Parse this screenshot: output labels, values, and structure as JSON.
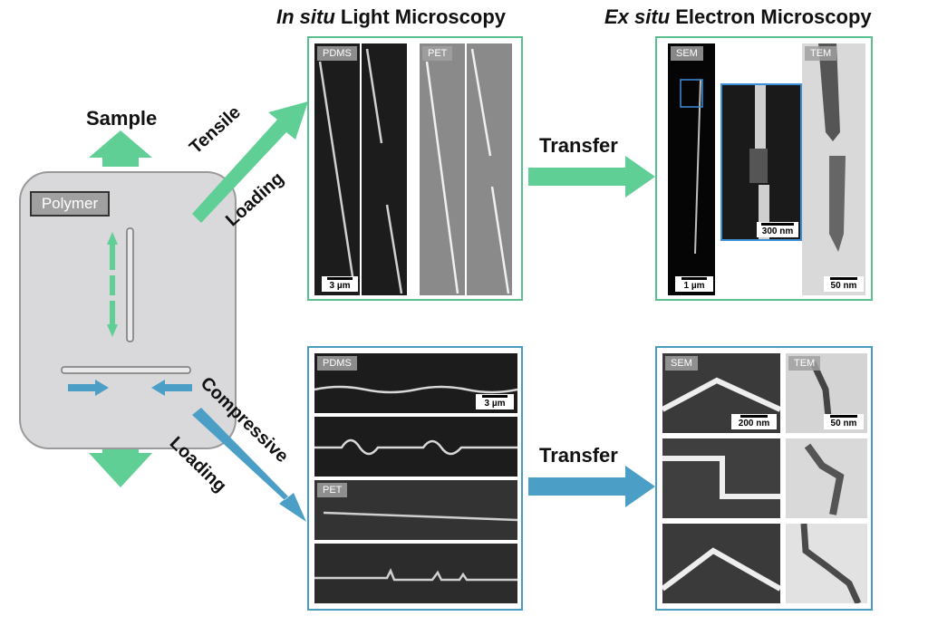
{
  "titles": {
    "light_em": "In situ",
    "light_rest": " Light Microscopy",
    "electron_em": "Ex situ",
    "electron_rest": " Electron Microscopy"
  },
  "sample": {
    "label": "Sample",
    "polymer": "Polymer"
  },
  "arrows": {
    "tensile": "Tensile",
    "tensile_loading": "Loading",
    "compressive": "Compressive",
    "compressive_loading": "Loading",
    "transfer_top": "Transfer",
    "transfer_bottom": "Transfer"
  },
  "tensile_light": {
    "pdms": "PDMS",
    "pet": "PET",
    "scale": "3 µm"
  },
  "tensile_electron": {
    "sem": "SEM",
    "tem": "TEM",
    "scale_sem": "1 µm",
    "scale_inset": "300 nm",
    "scale_tem": "50 nm"
  },
  "compressive_light": {
    "pdms": "PDMS",
    "pet": "PET",
    "scale": "3 µm"
  },
  "compressive_electron": {
    "sem": "SEM",
    "tem": "TEM",
    "scale_sem": "200 nm",
    "scale_tem": "50 nm"
  },
  "colors": {
    "green": "#5fcf95",
    "blue": "#4b9fc7",
    "green_frame": "#5bbf8f",
    "blue_frame": "#4b9bbf"
  }
}
